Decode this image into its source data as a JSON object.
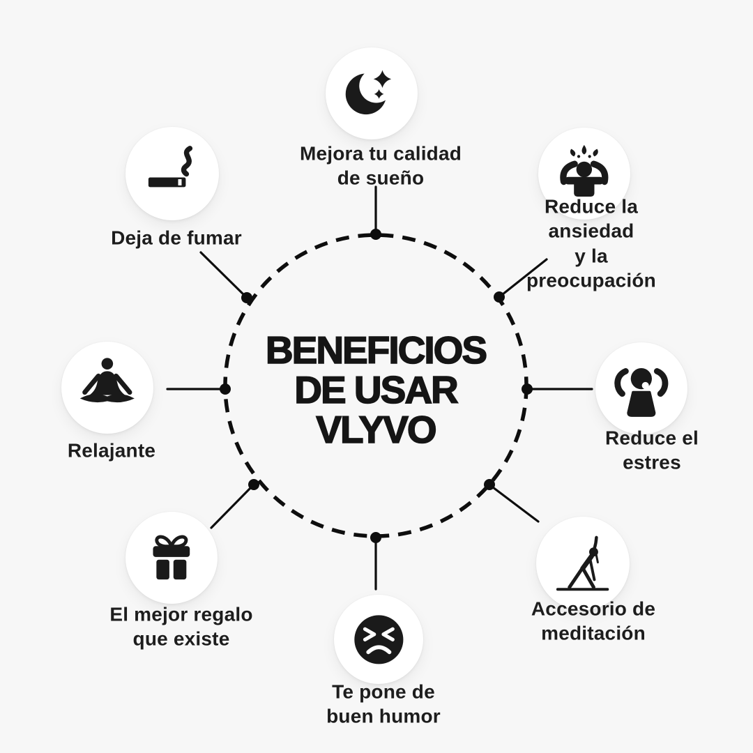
{
  "meta": {
    "background_color": "#f7f7f7",
    "ink_color": "#1a1a1a",
    "diagram_type": "hub-and-spoke benefits infographic"
  },
  "center": {
    "line1": "BENEFICIOS",
    "line2": "DE USAR",
    "line3": "VLYVO"
  },
  "benefits": [
    {
      "key": "sleep",
      "icon": "moon-stars-icon",
      "label": "Mejora tu calidad\nde sueño"
    },
    {
      "key": "anxiety",
      "icon": "stressed-person-icon",
      "label": "Reduce la ansiedad\ny la preocupación"
    },
    {
      "key": "stress",
      "icon": "arms-raised-person-icon",
      "label": "Reduce el estres"
    },
    {
      "key": "meditation",
      "icon": "yoga-triangle-pose-icon",
      "label": "Accesorio de meditación"
    },
    {
      "key": "mood",
      "icon": "angry-face-icon",
      "label": "Te pone de\nbuen humor"
    },
    {
      "key": "gift",
      "icon": "gift-box-icon",
      "label": "El mejor regalo\nque existe"
    },
    {
      "key": "relax",
      "icon": "lotus-meditation-icon",
      "label": "Relajante"
    },
    {
      "key": "smoking",
      "icon": "cigarette-icon",
      "label": "Deja de fumar"
    }
  ]
}
